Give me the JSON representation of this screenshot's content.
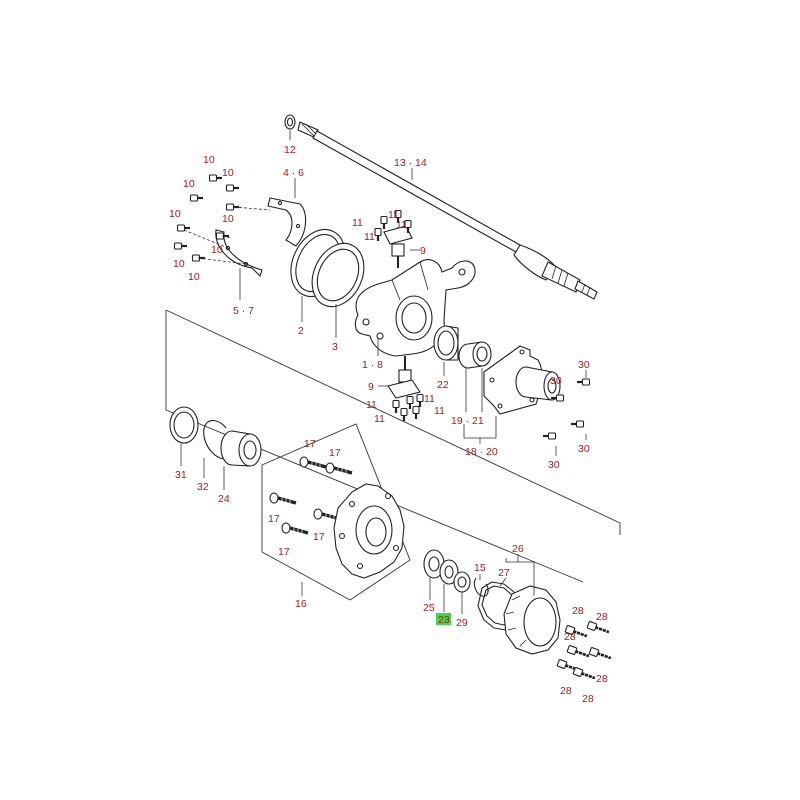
{
  "labels": {
    "l12": "12",
    "l13_14": "13 · 14",
    "l4_6": "4 · 6",
    "l5_7": "5 · 7",
    "l2": "2",
    "l3": "3",
    "l1_8": "1 · 8",
    "l9a": "9",
    "l9b": "9",
    "l11": "11",
    "l10": "10",
    "l22": "22",
    "l19_21": "19 · 21",
    "l18_20": "18 · 20",
    "l30": "30",
    "l31": "31",
    "l32": "32",
    "l24": "24",
    "l17": "17",
    "l16": "16",
    "l25": "25",
    "l23": "23",
    "l29": "29",
    "l15": "15",
    "l27": "27",
    "l26": "26",
    "l28": "28"
  },
  "colors": {
    "label": "#a31b1b",
    "highlight": "#3cd84a",
    "line": "#222222"
  }
}
